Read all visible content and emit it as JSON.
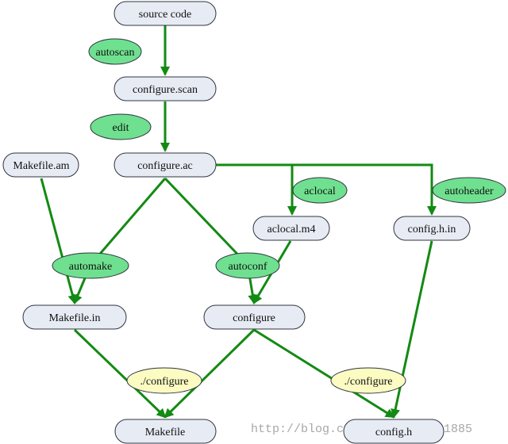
{
  "colors": {
    "edge": "#138a13",
    "file_fill": "#e7ebf4",
    "tool_green": "#6fe08f",
    "tool_yellow": "#fbfbc2",
    "outline": "#2f3440"
  },
  "nodes": {
    "source_code": "source code",
    "configure_scan": "configure.scan",
    "makefile_am": "Makefile.am",
    "configure_ac": "configure.ac",
    "aclocal_m4": "aclocal.m4",
    "config_h_in": "config.h.in",
    "makefile_in": "Makefile.in",
    "configure": "configure",
    "makefile": "Makefile",
    "config_h": "config.h"
  },
  "tools": {
    "autoscan": "autoscan",
    "edit": "edit",
    "aclocal": "aclocal",
    "autoheader": "autoheader",
    "automake": "automake",
    "autoconf": "autoconf",
    "configure_left": "./configure",
    "configure_right": "./configure"
  },
  "watermark": "http://blog.csdn.net/u011641885"
}
